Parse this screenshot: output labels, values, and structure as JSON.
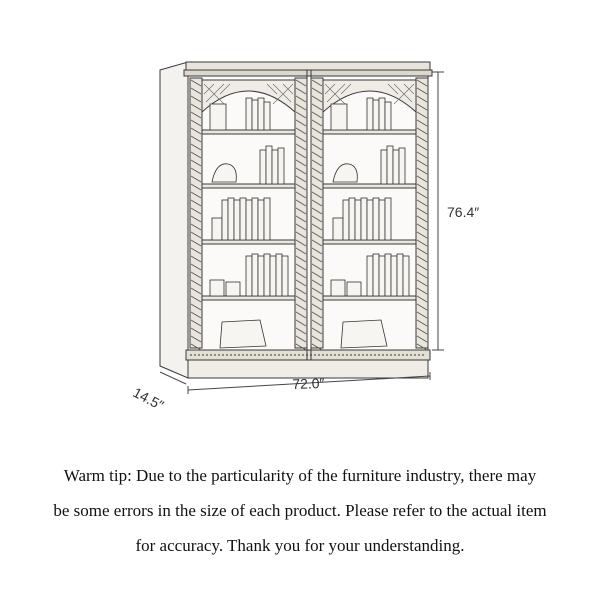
{
  "dimensions": {
    "height": "76.4″",
    "width": "72.0″",
    "depth": "14.5″"
  },
  "note": {
    "lines": [
      "Warm tip: Due to the particularity of the furniture industry, there may",
      "be some errors in the size of each product. Please refer to the actual item",
      "for accuracy. Thank you for your understanding."
    ]
  }
}
